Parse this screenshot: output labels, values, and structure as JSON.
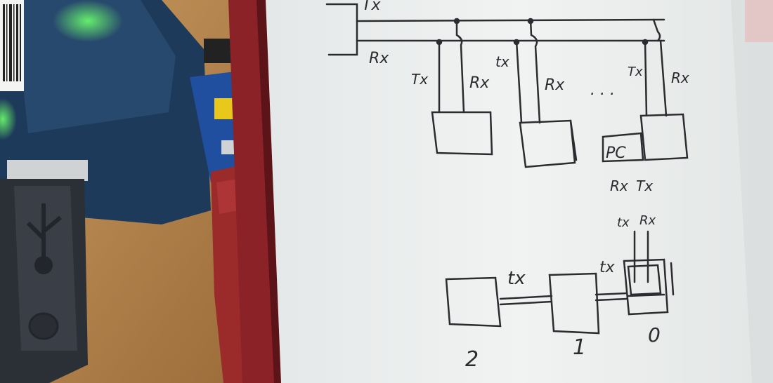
{
  "diagram": {
    "bus_top": {
      "tx_label": "Tx",
      "rx_label": "Rx"
    },
    "drops": [
      {
        "tx": "Tx",
        "rx": "Rx"
      },
      {
        "tx": "tx",
        "rx": "Rx"
      },
      {
        "tx": "Tx",
        "rx": "Rx"
      }
    ],
    "ellipsis": ". . .",
    "pc": {
      "label": "PC",
      "rx": "Rx",
      "tx": "Tx"
    },
    "chain": {
      "link1_label": "tx",
      "link2_label": "tx",
      "node0_tx": "tx",
      "node0_rx": "Rx",
      "node_labels": [
        "2",
        "1",
        "0"
      ]
    }
  },
  "colors": {
    "paper": "#eef0ee",
    "ink": "#2b2b30",
    "binder_red": "#8a2228",
    "device_blue": "#1d3a5a",
    "wood": "#b98a52"
  }
}
